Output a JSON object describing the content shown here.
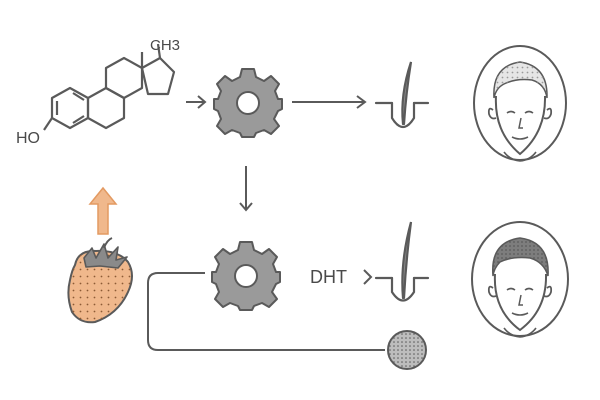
{
  "molecule": {
    "methyl_label": "CH3",
    "hydroxyl_label": "HO"
  },
  "process": {
    "dht_label": "DHT"
  },
  "icons": {
    "steroid": "steroid-structure-icon",
    "enzyme": "gear-icon",
    "follicle": "hair-follicle-icon",
    "head": "head-icon",
    "plant": "strawberry-icon",
    "particle": "dotted-circle-icon",
    "up_arrow": "up-arrow-icon"
  },
  "colors": {
    "line": "#5a5a5a",
    "gear": "#9a9a9a",
    "accent_orange": "#f0b88c",
    "accent_orange_dark": "#e39a62",
    "hair_light": "#e6e6e6",
    "hair_dark": "#8a8a8a"
  }
}
